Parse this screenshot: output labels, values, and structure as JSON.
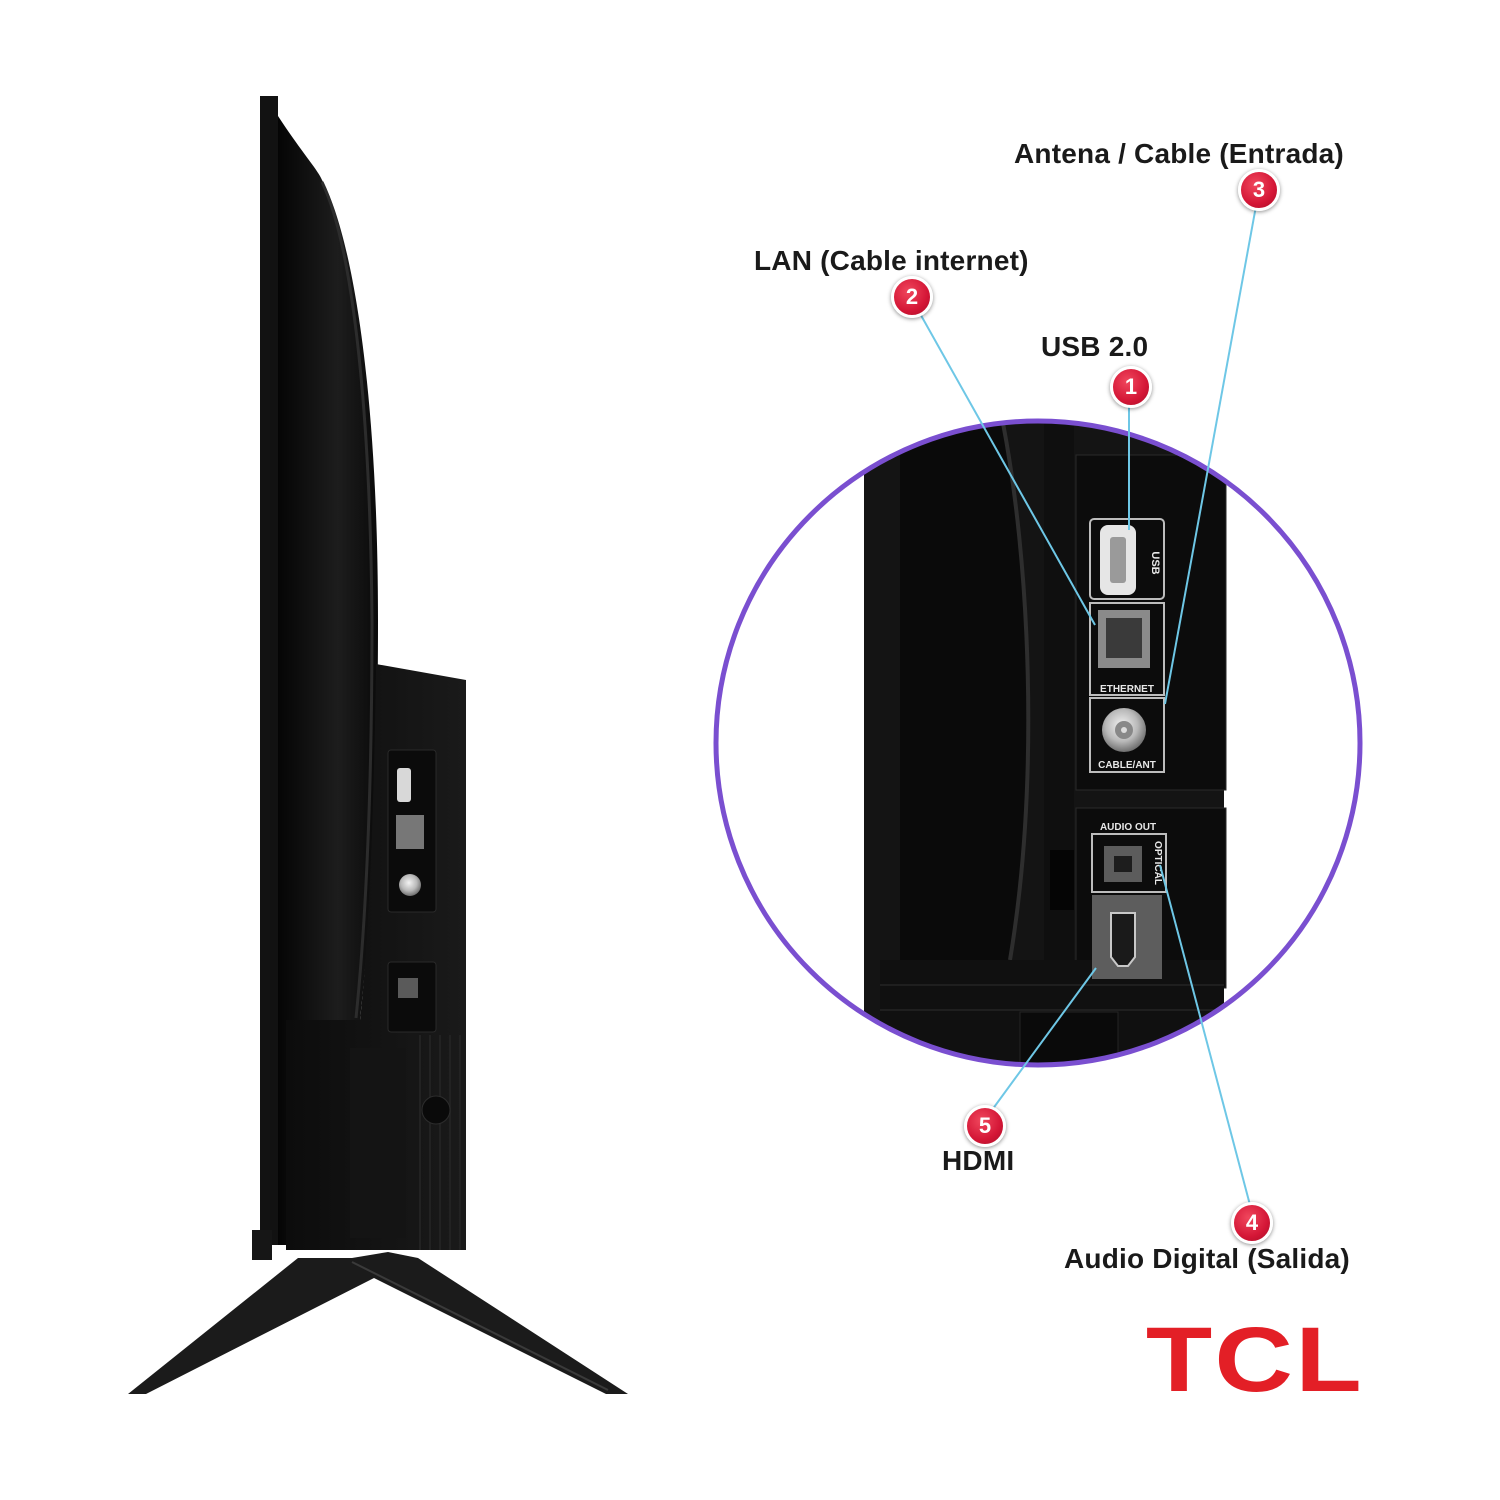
{
  "labels": {
    "usb": "USB 2.0",
    "lan": "LAN (Cable internet)",
    "antenna": "Antena / Cable (Entrada)",
    "audio": "Audio Digital (Salida)",
    "hdmi": "HDMI"
  },
  "badges": {
    "usb": "1",
    "lan": "2",
    "antenna": "3",
    "audio": "4",
    "hdmi": "5"
  },
  "port_labels": {
    "usb": "USB",
    "ethernet": "ETHERNET",
    "cable_ant": "CABLE/ANT",
    "audio_out": "AUDIO OUT",
    "optical": "OPTICAL"
  },
  "logo": "TCL",
  "colors": {
    "badge": "#d41636",
    "leader_line": "#6ec7e6",
    "zoom_ring": "#7a4fd0",
    "logo": "#e31f26",
    "tv_body": "#111111"
  }
}
